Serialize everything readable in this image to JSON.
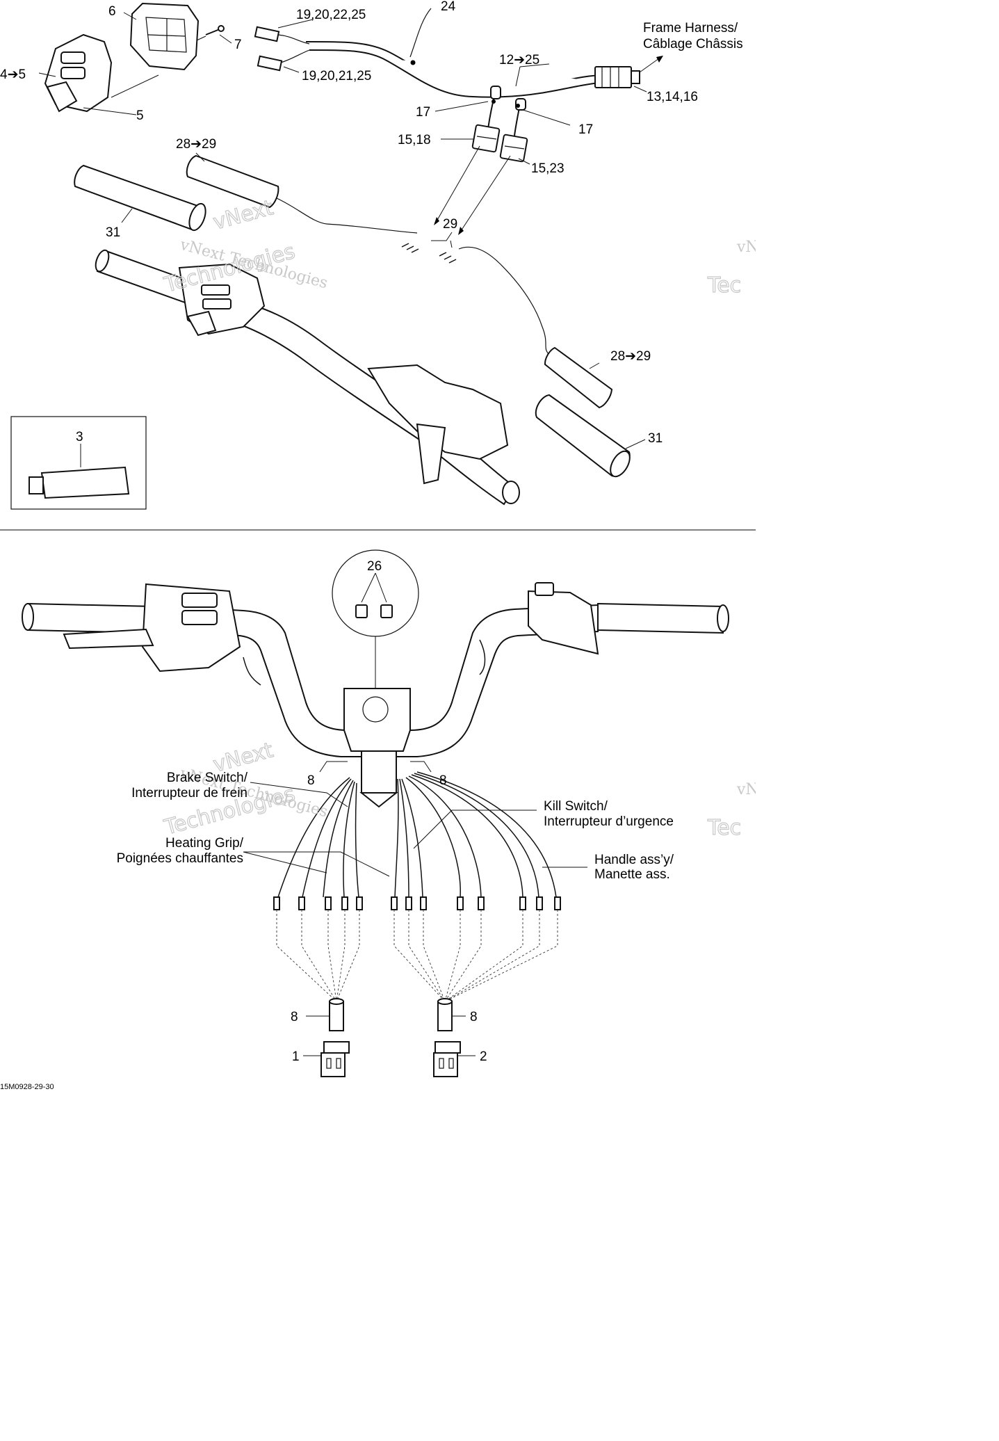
{
  "labels_top": {
    "l6": "6",
    "l7": "7",
    "l4to5": "4➔5",
    "l5": "5",
    "l19_25a": "19,20,22,25",
    "l19_25b": "19,20,21,25",
    "l24": "24",
    "l12to25": "12➔25",
    "frame1": "Frame Harness/",
    "frame2": "Câblage Châssis",
    "l13": "13,14,16",
    "l17a": "17",
    "l17b": "17",
    "l15_18": "15,18",
    "l15_23": "15,23",
    "l28a": "28➔29",
    "l31a": "31",
    "l29": "29",
    "l28b": "28➔29",
    "l31b": "31",
    "l3": "3"
  },
  "labels_bottom": {
    "l26": "26",
    "l8a": "8",
    "l8b": "8",
    "brake1": "Brake Switch/",
    "brake2": "Interrupteur de frein",
    "kill1": "Kill Switch/",
    "kill2": "Interrupteur d’urgence",
    "heat1": "Heating Grip/",
    "heat2": "Poignées chauffantes",
    "handle1": "Handle ass’y/",
    "handle2": "Manette ass.",
    "l8c": "8",
    "l8d": "8",
    "l1": "1",
    "l2": "2"
  },
  "watermark": {
    "line1": "vNext Technologies",
    "line2": "vNext",
    "line3": "Technologies",
    "edge1": "vN",
    "edge2": "Tec"
  },
  "footer": {
    "code": "15M0928-29-30"
  }
}
